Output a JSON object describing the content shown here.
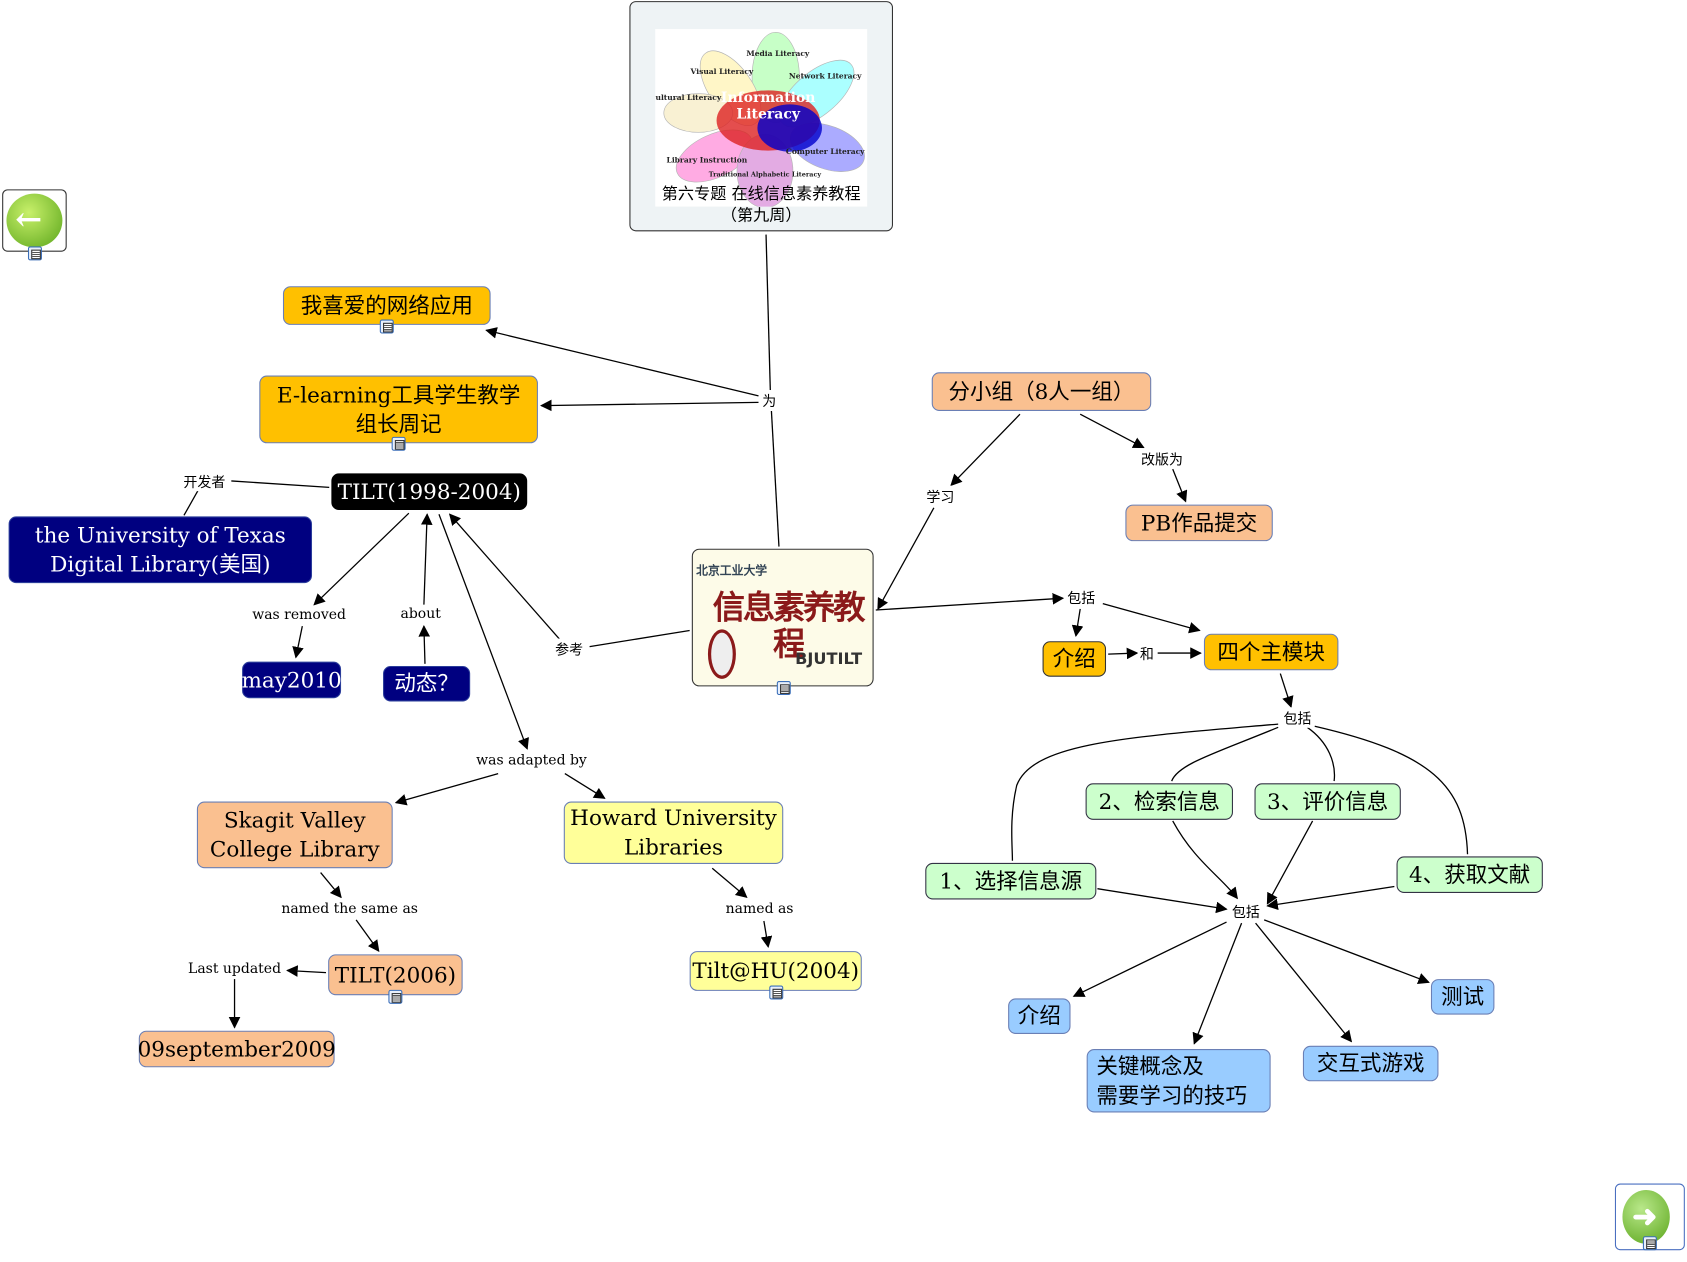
{
  "top_image": {
    "petals": [
      "Media Literacy",
      "Visual Literacy",
      "Network Literacy",
      "Cultural Literacy",
      "Computer Literacy",
      "Library Instruction",
      "Traditional Alphabetic Literacy"
    ],
    "center": "Information Literacy",
    "caption": "第六专题  在线信息素养教程\n（第九周）"
  },
  "center_image": {
    "university": "北京工业大学",
    "title": "信息素养教程",
    "subtitle": "BJUTILT"
  },
  "nodes": {
    "fav_apps": "我喜爱的网络应用",
    "elearning": "E-learning工具学生教学\n组长周记",
    "tilt": "TILT(1998-2004)",
    "ut": "the University of Texas\nDigital Library(美国)",
    "may2010": "may2010",
    "dongtai": "动态？",
    "groups": "分小组（8人一组）",
    "pb": "PB作品提交",
    "intro1": "介绍",
    "four_modules": "四个主模块",
    "m1": "1、选择信息源",
    "m2": "2、检索信息",
    "m3": "3、评价信息",
    "m4": "4、获取文献",
    "intro2": "介绍",
    "key_concepts": "关键概念及\n需要学习的技巧",
    "games": "交互式游戏",
    "test": "测试",
    "skagit": "Skagit Valley\nCollege Library",
    "howard": "Howard University\nLibraries",
    "tilt2006": "TILT(2006)",
    "tilthu": "Tilt@HU(2004)",
    "sep2009": "09september2009"
  },
  "links": {
    "wei": "为",
    "developer": "开发者",
    "was_removed": "was removed",
    "about": "about",
    "reference": "参考",
    "adapted": "was adapted by",
    "named_same": "named the same as",
    "named_as": "named as",
    "last_updated": "Last updated",
    "study": "学习",
    "revised": "改版为",
    "includes1": "包括",
    "and": "和",
    "includes2": "包括",
    "includes3": "包括"
  },
  "colors": {
    "gold": "#ffc000",
    "peach": "#fac090",
    "navy": "#000080",
    "green": "#ccffcc",
    "blue": "#99ccff",
    "yellow": "#ffff99"
  },
  "nav": {
    "back": "arrow-left-icon",
    "next": "arrow-right-icon"
  }
}
